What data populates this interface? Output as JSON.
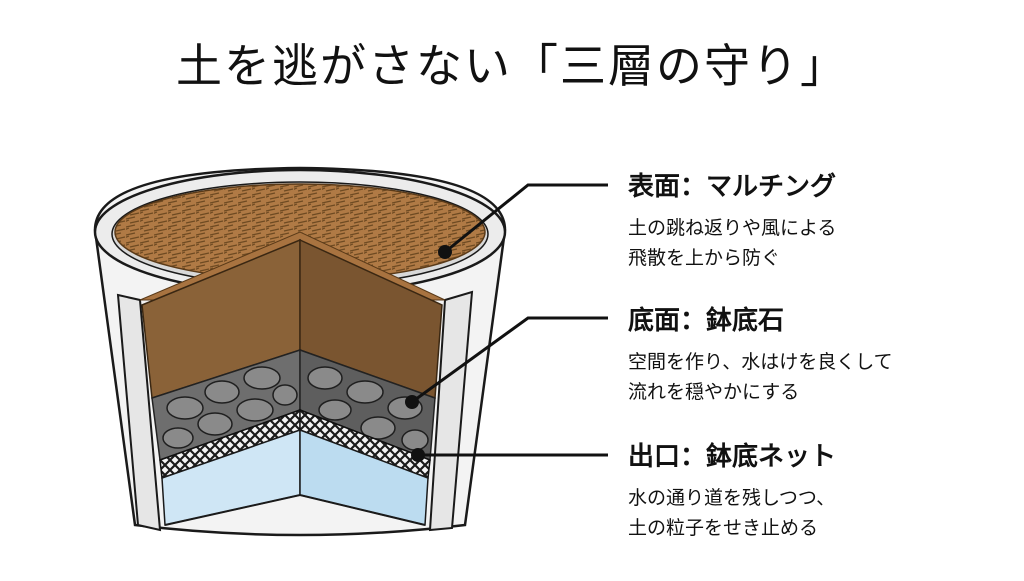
{
  "title": "土を逃がさない「三層の守り」",
  "layers": [
    {
      "heading": "表面：マルチング",
      "desc_line1": "土の跳ね返りや風による",
      "desc_line2": "飛散を上から防ぐ"
    },
    {
      "heading": "底面：鉢底石",
      "desc_line1": "空間を作り、水はけを良くして",
      "desc_line2": "流れを穏やかにする"
    },
    {
      "heading": "出口：鉢底ネット",
      "desc_line1": "水の通り道を残しつつ、",
      "desc_line2": "土の粒子をせき止める"
    }
  ],
  "colors": {
    "soil": "#8a6238",
    "mulch": "#b07a45",
    "stone": "#6e6e6e",
    "net": "#1b1b1b",
    "water": "#cfe6f5",
    "pot": "#efefef"
  }
}
